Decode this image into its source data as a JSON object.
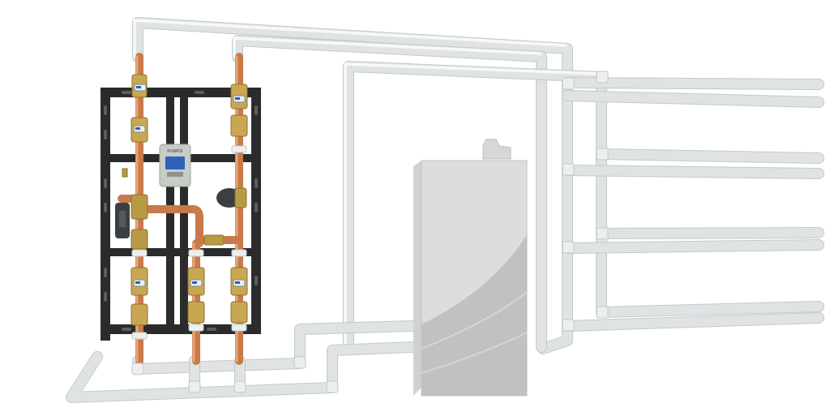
{
  "diagram": {
    "subject": "hydronic-boiler-piping-panel",
    "controller": {
      "brand_text": "PUMPSI"
    },
    "colors": {
      "pipe": "#dfe3e4",
      "copper": "#c97a4a",
      "brass": "#c9a752",
      "rail": "#2b2b2d",
      "boiler": "#dcdedd",
      "valve_handle_accent": "#2f5fb0",
      "controller_screen": "#2c63b7"
    },
    "components": [
      "mounting-frame",
      "ball-valve",
      "circulator-pump",
      "controller",
      "boiler",
      "distribution-manifold"
    ]
  }
}
